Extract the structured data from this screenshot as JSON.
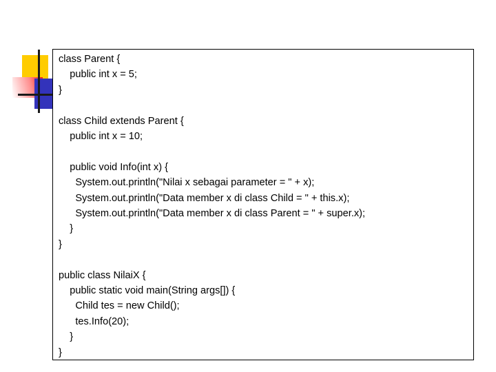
{
  "slide": {
    "background_color": "#ffffff",
    "decoration": {
      "name": "powerpoint-corner-motif",
      "yellow": "#FFCC00",
      "blue": "#3333BB",
      "red": "#FF1A1A",
      "line": "#1A1A1A"
    },
    "code_box": {
      "border_color": "#000000",
      "text_color": "#000000",
      "lines": [
        "class Parent {",
        "    public int x = 5;",
        "}",
        "",
        "class Child extends Parent {",
        "    public int x = 10;",
        "",
        "    public void Info(int x) {",
        "      System.out.println(\"Nilai x sebagai parameter = \" + x);",
        "      System.out.println(\"Data member x di class Child = \" + this.x);",
        "      System.out.println(\"Data member x di class Parent = \" + super.x);",
        "    }",
        "}",
        "",
        "public class NilaiX {",
        "    public static void main(String args[]) {",
        "      Child tes = new Child();",
        "      tes.Info(20);",
        "    }",
        "}"
      ]
    }
  }
}
